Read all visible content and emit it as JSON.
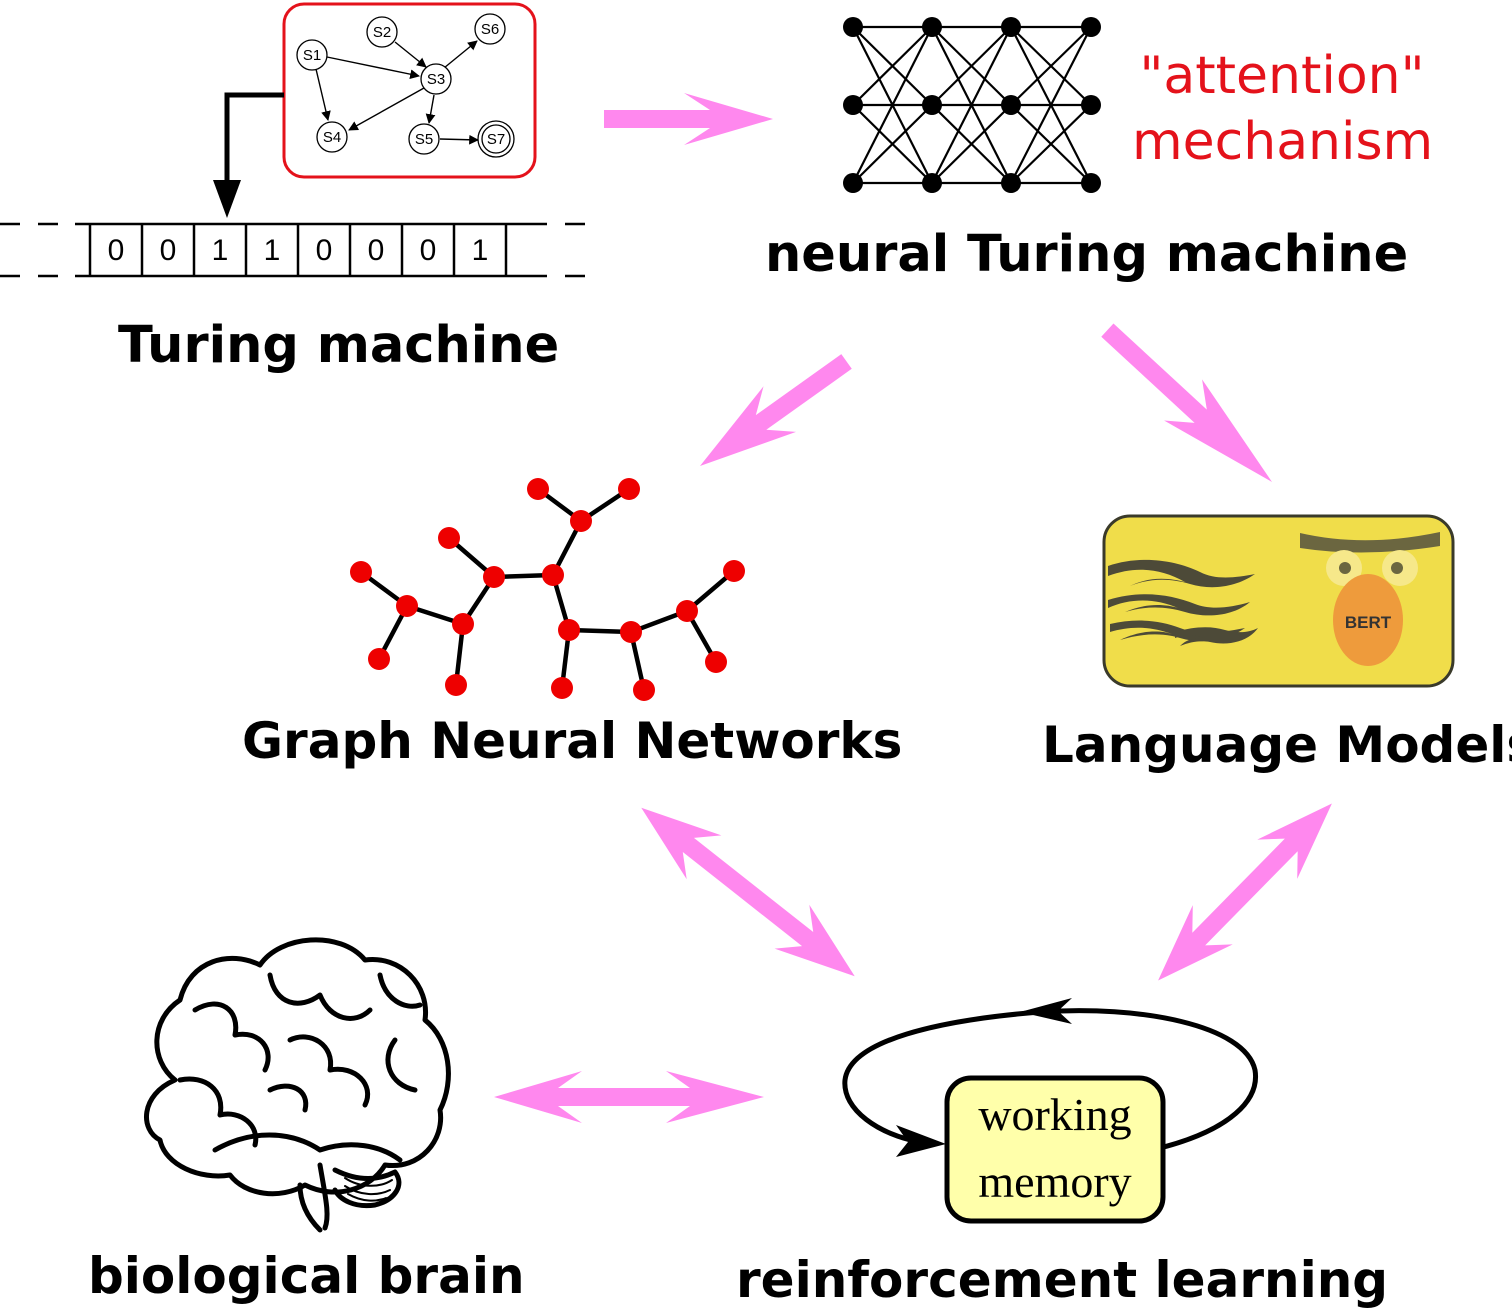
{
  "labels": {
    "turing_machine": "Turing machine",
    "neural_turing_machine": "neural Turing machine",
    "attention_line1": "\"attention\"",
    "attention_line2": "mechanism",
    "gnn": "Graph Neural Networks",
    "language_models": "Language Models",
    "biological_brain": "biological brain",
    "reinforcement_learning": "reinforcement learning",
    "working_memory_line1": "working",
    "working_memory_line2": "memory"
  },
  "state_graph": {
    "states": [
      "S1",
      "S2",
      "S3",
      "S4",
      "S5",
      "S6",
      "S7"
    ],
    "accept_state": "S7"
  },
  "tape": [
    "0",
    "0",
    "1",
    "1",
    "0",
    "0",
    "0",
    "1"
  ],
  "bert_badge": "BERT",
  "colors": {
    "arrow": "#ff88ee",
    "red_frame": "#e4121b",
    "attention_text": "#e4121b",
    "gnn_node": "#ee0000",
    "bert_body": "#f0dd4a",
    "bert_beak": "#ee9b3c",
    "working_memory_fill": "#ffffaa"
  }
}
